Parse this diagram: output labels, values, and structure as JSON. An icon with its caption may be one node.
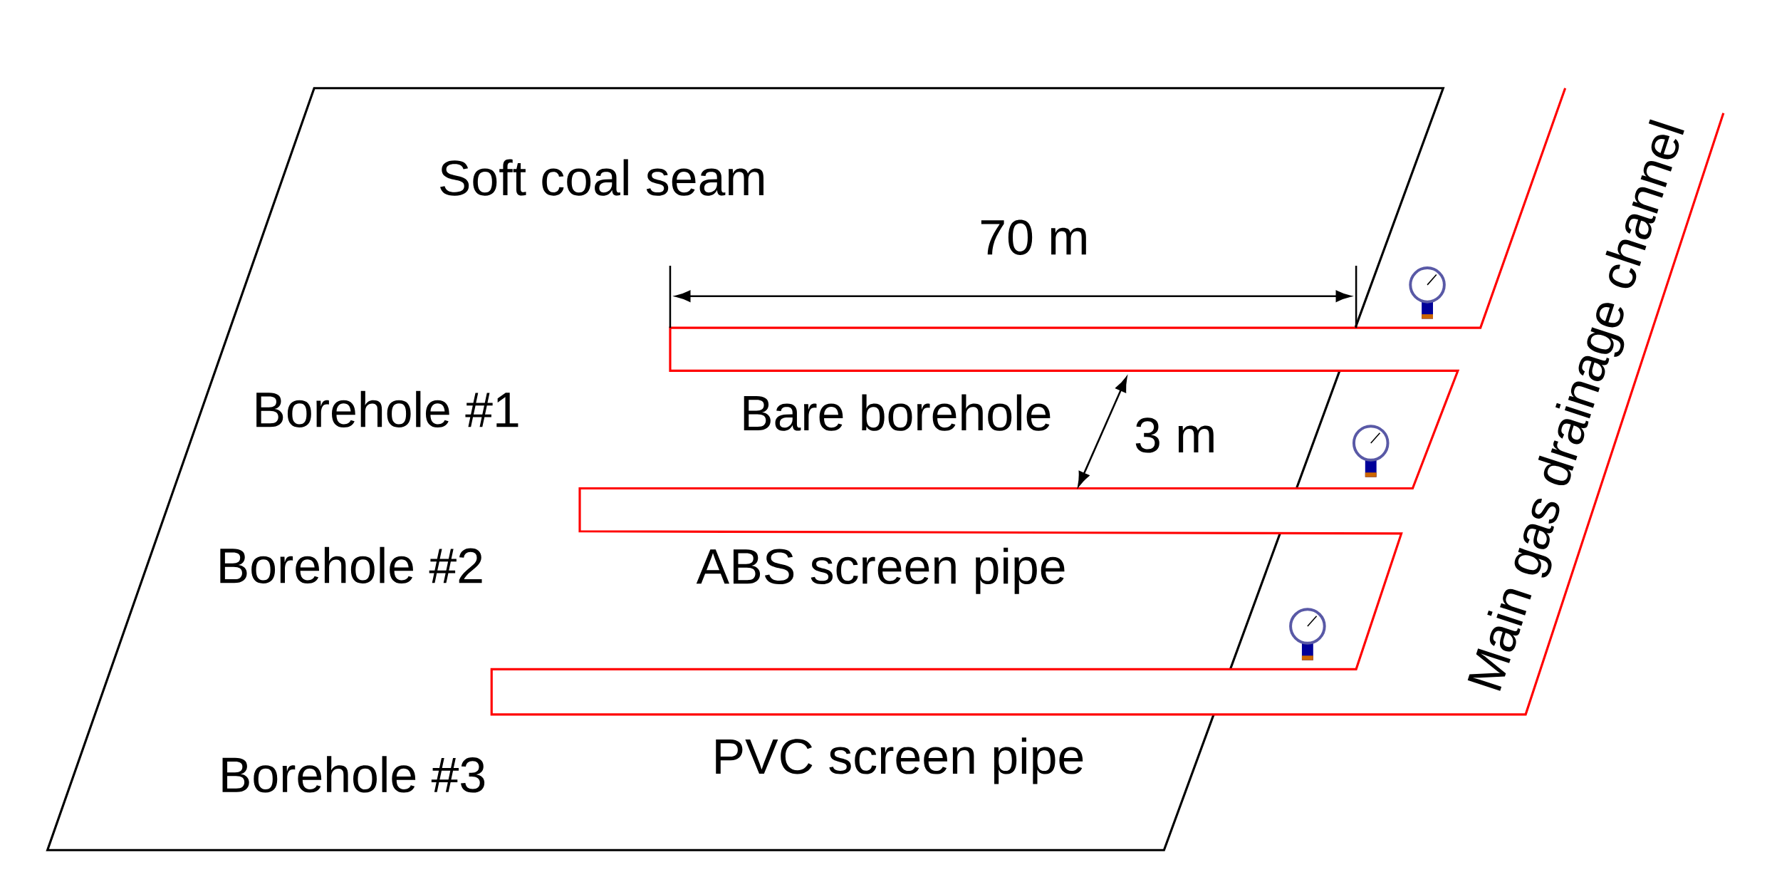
{
  "diagram": {
    "labels": [
      "Soft coal seam",
      "70 m",
      "Borehole #1",
      "Bare borehole",
      "3 m",
      "Borehole #2",
      "ABS screen pipe",
      "Main gas drainage channel",
      "Borehole #3",
      "PVC screen pipe"
    ]
  }
}
